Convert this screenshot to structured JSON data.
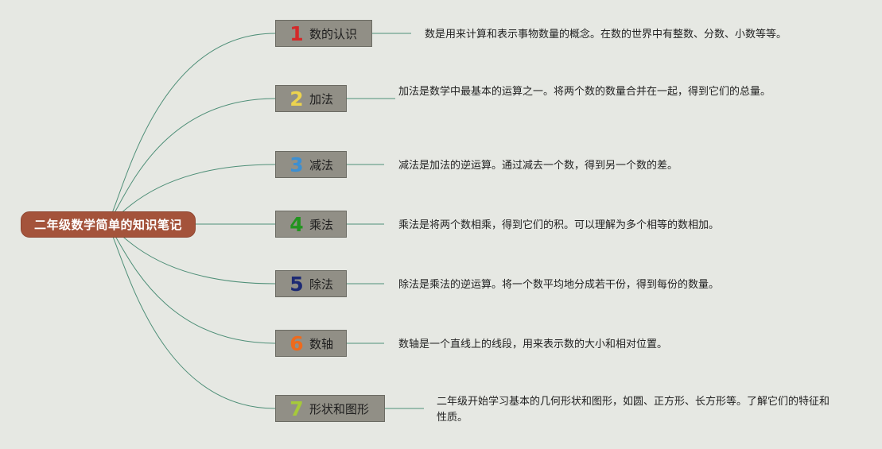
{
  "root": {
    "title": "二年级数学简单的知识笔记"
  },
  "topics": [
    {
      "number": "1",
      "label": "数的认识",
      "color": "#d42929",
      "description": "数是用来计算和表示事物数量的概念。在数的世界中有整数、分数、小数等等。"
    },
    {
      "number": "2",
      "label": "加法",
      "color": "#ecd34e",
      "description": "加法是数学中最基本的运算之一。将两个数的数量合并在一起，得到它们的总量。"
    },
    {
      "number": "3",
      "label": "减法",
      "color": "#3d8fd1",
      "description": "减法是加法的逆运算。通过减去一个数，得到另一个数的差。"
    },
    {
      "number": "4",
      "label": "乘法",
      "color": "#22941f",
      "description": "乘法是将两个数相乘，得到它们的积。可以理解为多个相等的数相加。"
    },
    {
      "number": "5",
      "label": "除法",
      "color": "#1d2a74",
      "description": "除法是乘法的逆运算。将一个数平均地分成若干份，得到每份的数量。"
    },
    {
      "number": "6",
      "label": "数轴",
      "color": "#ee6a1c",
      "description": "数轴是一个直线上的线段，用来表示数的大小和相对位置。"
    },
    {
      "number": "7",
      "label": "形状和图形",
      "color": "#a6c93a",
      "description": "二年级开始学习基本的几何形状和图形，如圆、正方形、长方形等。了解它们的特征和性质。"
    }
  ],
  "colors": {
    "line": "#4f8f78",
    "root_fill": "#a4533b",
    "node_fill": "#918f86"
  }
}
